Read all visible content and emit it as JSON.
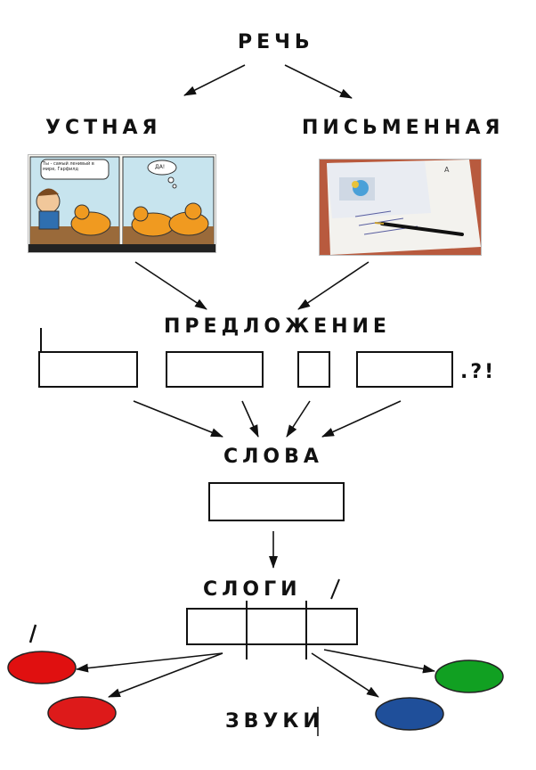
{
  "labels": {
    "speech": "РЕЧЬ",
    "oral": "УСТНАЯ",
    "written": "ПИСЬМЕННАЯ",
    "sentence": "ПРЕДЛОЖЕНИЕ",
    "punctuation": ".?!",
    "words": "СЛОВА",
    "syllables": "СЛОГИ",
    "sounds": "ЗВУКИ"
  },
  "images": {
    "comic": {
      "bubble_left": "Ты - самый ленивый в мире, Гарфилд",
      "bubble_right": "ДА!"
    },
    "letter": {
      "description": "handwritten letter with pen"
    }
  },
  "sound_colors": [
    "#e01010",
    "#dd1a1a",
    "#11a022",
    "#1f4f9a"
  ]
}
